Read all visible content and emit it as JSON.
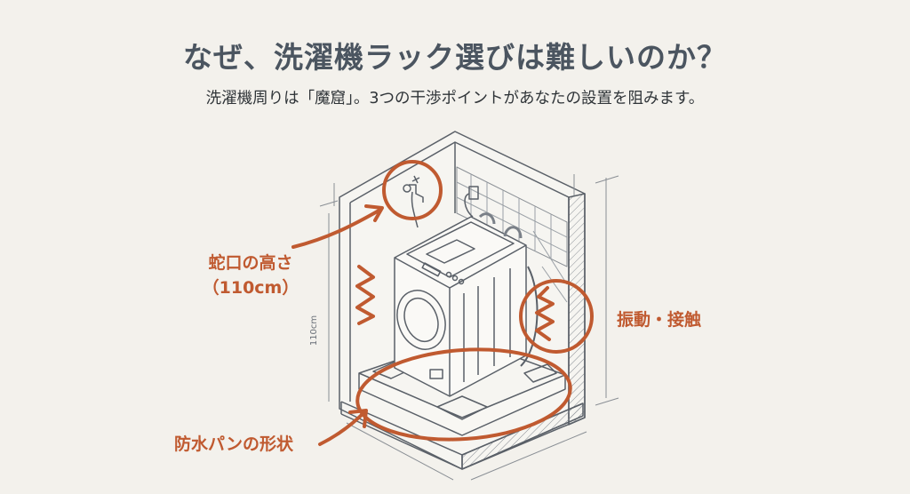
{
  "header": {
    "title": "なぜ、洗濯機ラック選びは難しいのか？",
    "subtitle": "洗濯機周りは「魔窟」。3つの干渉ポイントがあなたの設置を阻みます。"
  },
  "annotations": {
    "faucet_height": {
      "line1": "蛇口の高さ",
      "line2": "（110cm）"
    },
    "vibration_contact": "振動・接触",
    "pan_shape": "防水パンの形状"
  },
  "dimension_label": "110cm",
  "colors": {
    "background": "#f3f1ec",
    "title": "#4b5560",
    "accent": "#c05a30",
    "line": "#5a6068"
  }
}
